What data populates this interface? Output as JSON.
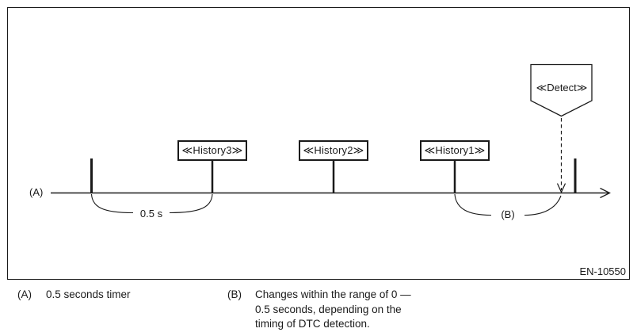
{
  "diagram": {
    "timeline_label": "(A)",
    "markers": [
      {
        "label": "≪History3≫"
      },
      {
        "label": "≪History2≫"
      },
      {
        "label": "≪History1≫"
      }
    ],
    "detect_flag": {
      "label": "≪Detect≫"
    },
    "braces": {
      "timer_label": "0.5 s",
      "range_label": "(B)"
    },
    "figure_id": "EN-10550"
  },
  "legend": {
    "items": [
      {
        "key": "(A)",
        "description": "0.5 seconds timer"
      },
      {
        "key": "(B)",
        "description": "Changes within the range of 0 — 0.5 seconds, depending on the timing of DTC detection."
      }
    ]
  },
  "colors": {
    "line": "#1a1a1a",
    "background": "#ffffff"
  }
}
